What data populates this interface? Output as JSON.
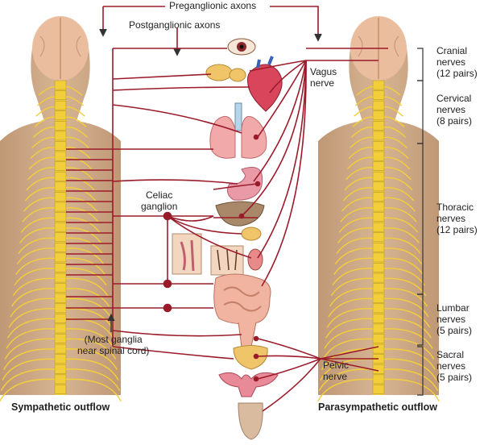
{
  "labels": {
    "preganglionic": "Preganglionic axons",
    "postganglionic": "Postganglionic axons",
    "vagus": "Vagus\nnerve",
    "celiac": "Celiac\nganglion",
    "most_ganglia": "(Most ganglia\nnear spinal cord)",
    "pelvic": "Pelvic\nnerve",
    "sympathetic_outflow": "Sympathetic outflow",
    "parasympathetic_outflow": "Parasympathetic outflow"
  },
  "nerve_groups": [
    {
      "name": "Cranial\nnerves",
      "count": "(12 pairs)"
    },
    {
      "name": "Cervical\nnerves",
      "count": "(8 pairs)"
    },
    {
      "name": "Thoracic\nnerves",
      "count": "(12 pairs)"
    },
    {
      "name": "Lumbar\nnerves",
      "count": "(5 pairs)"
    },
    {
      "name": "Sacral\nnerves",
      "count": "(5 pairs)"
    }
  ],
  "colors": {
    "nerve": "#9b1b2a",
    "body": "#c9a27e",
    "spine": "#f4d343",
    "brain": "#e7b89a"
  }
}
